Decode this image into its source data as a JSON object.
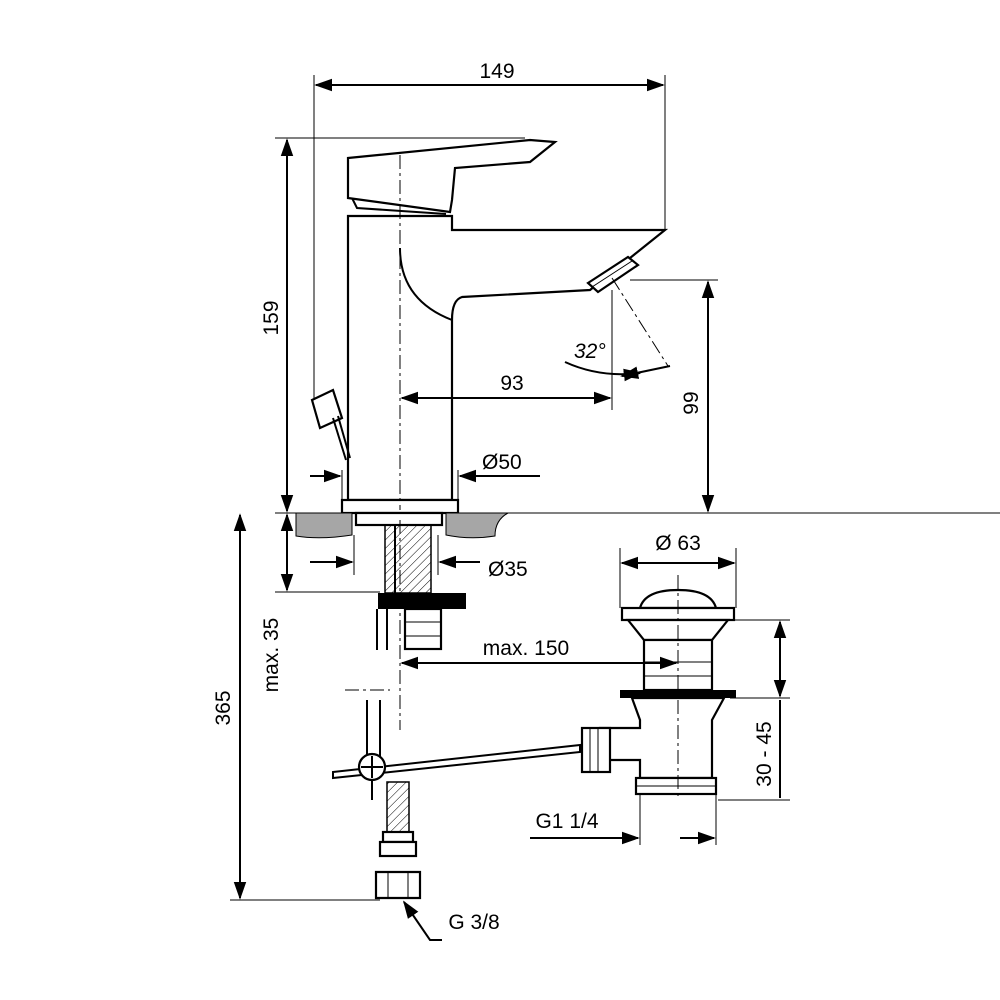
{
  "dimensions": {
    "width_overall": "149",
    "height_overall": "159",
    "reach": "93",
    "spout_height": "99",
    "angle": "32°",
    "base_diameter": "Ø50",
    "shank_diameter": "Ø35",
    "max_thickness": "max. 35",
    "total_length": "365",
    "max_distance": "max. 150",
    "waste_diameter": "Ø 63",
    "waste_range": "30 - 45",
    "waste_thread": "G1 1/4",
    "supply_thread": "G 3/8"
  }
}
